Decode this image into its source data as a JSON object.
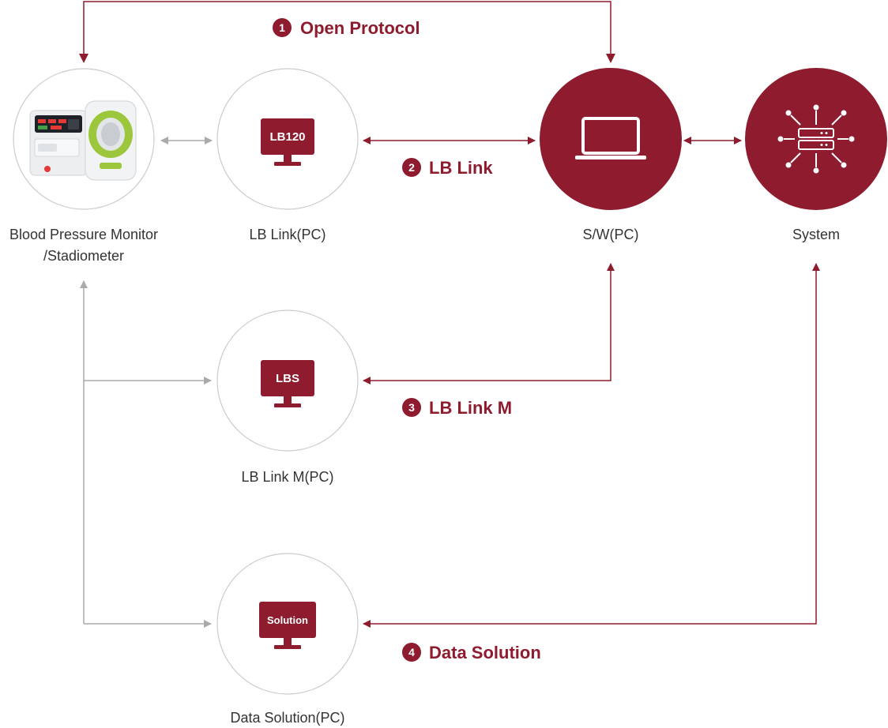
{
  "colors": {
    "accent": "#8e1b2e",
    "connector_gray": "#aaaaaa",
    "circle_border": "#cccccc"
  },
  "nodes": {
    "bp_monitor": {
      "label_line1": "Blood Pressure Monitor",
      "label_line2": "/Stadiometer",
      "image": "blood-pressure-monitor-photo"
    },
    "lb_link_pc": {
      "label": "LB Link(PC)",
      "screen_text": "LB120",
      "icon": "monitor-icon"
    },
    "sw_pc": {
      "label": "S/W(PC)",
      "icon": "laptop-icon"
    },
    "system": {
      "label": "System",
      "icon": "server-network-icon"
    },
    "lb_link_m_pc": {
      "label": "LB Link M(PC)",
      "screen_text": "LBS",
      "icon": "monitor-icon"
    },
    "data_solution_pc": {
      "label": "Data Solution(PC)",
      "screen_text": "Solution",
      "icon": "monitor-icon"
    }
  },
  "steps": [
    {
      "number": "1",
      "label": "Open Protocol"
    },
    {
      "number": "2",
      "label": "LB Link"
    },
    {
      "number": "3",
      "label": "LB Link M"
    },
    {
      "number": "4",
      "label": "Data Solution"
    }
  ]
}
